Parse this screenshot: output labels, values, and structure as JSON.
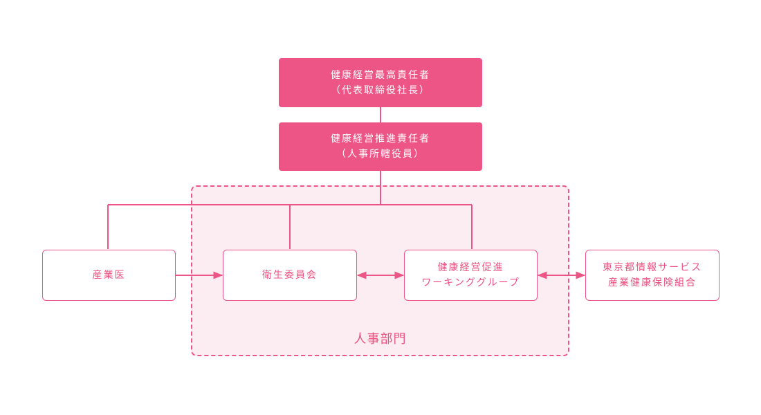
{
  "nodes": {
    "cho": {
      "line1": "健康経営最高責任者",
      "line2": "（代表取締役社長）"
    },
    "promoter": {
      "line1": "健康経営推進責任者",
      "line2": "（人事所轄役員）"
    },
    "doctor": {
      "label": "産業医"
    },
    "committee": {
      "label": "衛生委員会"
    },
    "working_group": {
      "line1": "健康経営促進",
      "line2": "ワーキンググループ"
    },
    "insurance": {
      "line1": "東京都情報サービス",
      "line2": "産業健康保険組合"
    }
  },
  "department": {
    "label": "人事部門"
  },
  "colors": {
    "accent": "#ec5585",
    "dept_fill": "#fcedf2",
    "text_on_accent": "#ffffff"
  }
}
